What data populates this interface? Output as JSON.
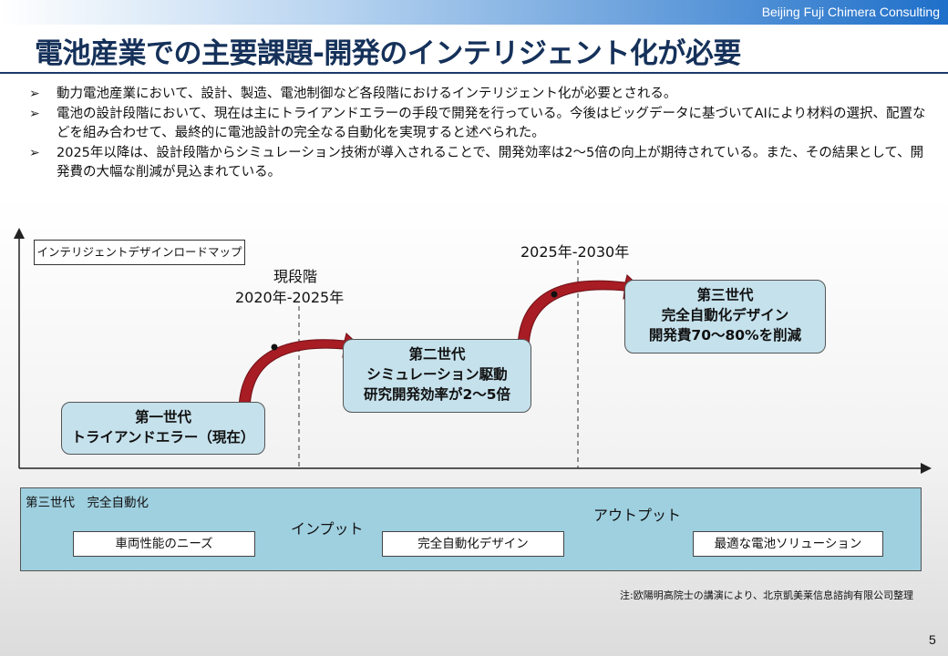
{
  "header": {
    "company": "Beijing Fuji Chimera Consulting"
  },
  "title": "電池産業での主要課題-開発のインテリジェント化が必要",
  "bullets": [
    "動力電池産業において、設計、製造、電池制御など各段階におけるインテリジェント化が必要とされる。",
    "電池の設計段階において、現在は主にトライアンドエラーの手段で開発を行っている。今後はビッグデータに基づいてAIにより材料の選択、配置などを組み合わせて、最終的に電池設計の完全なる自動化を実現すると述べられた。",
    "2025年以降は、設計段階からシミュレーション技術が導入されることで、開発効率は2～5倍の向上が期待されている。また、その結果として、開発費の大幅な削減が見込まれている。"
  ],
  "bullet_marker": "➢",
  "roadmap": {
    "tag": "インテリジェントデザインロードマップ",
    "phase_now": {
      "line1": "現段階",
      "line2": "2020年-2025年"
    },
    "phase_next": "2025年-2030年",
    "stages": [
      {
        "line1": "第一世代",
        "line2": "トライアンドエラー（現在）"
      },
      {
        "line1": "第二世代",
        "line2": "シミュレーション駆動",
        "line3": "研究開発効率が2～5倍"
      },
      {
        "line1": "第三世代",
        "line2": "完全自動化デザイン",
        "line3": "開発費70～80%を削減"
      }
    ],
    "colors": {
      "stage_fill": "#c5e1ec",
      "arrow": "#a81c24",
      "title": "#15315a"
    }
  },
  "automation_panel": {
    "title": "第三世代　完全自動化",
    "boxes": [
      "車両性能のニーズ",
      "完全自動化デザイン",
      "最適な電池ソリューション"
    ],
    "input_label": "インプット",
    "output_label": "アウトプット",
    "panel_color": "#9fd0e0"
  },
  "note": "注:欧陽明高院士の講演により、北京凱美莱信息諮詢有限公司整理",
  "page_number": "5"
}
